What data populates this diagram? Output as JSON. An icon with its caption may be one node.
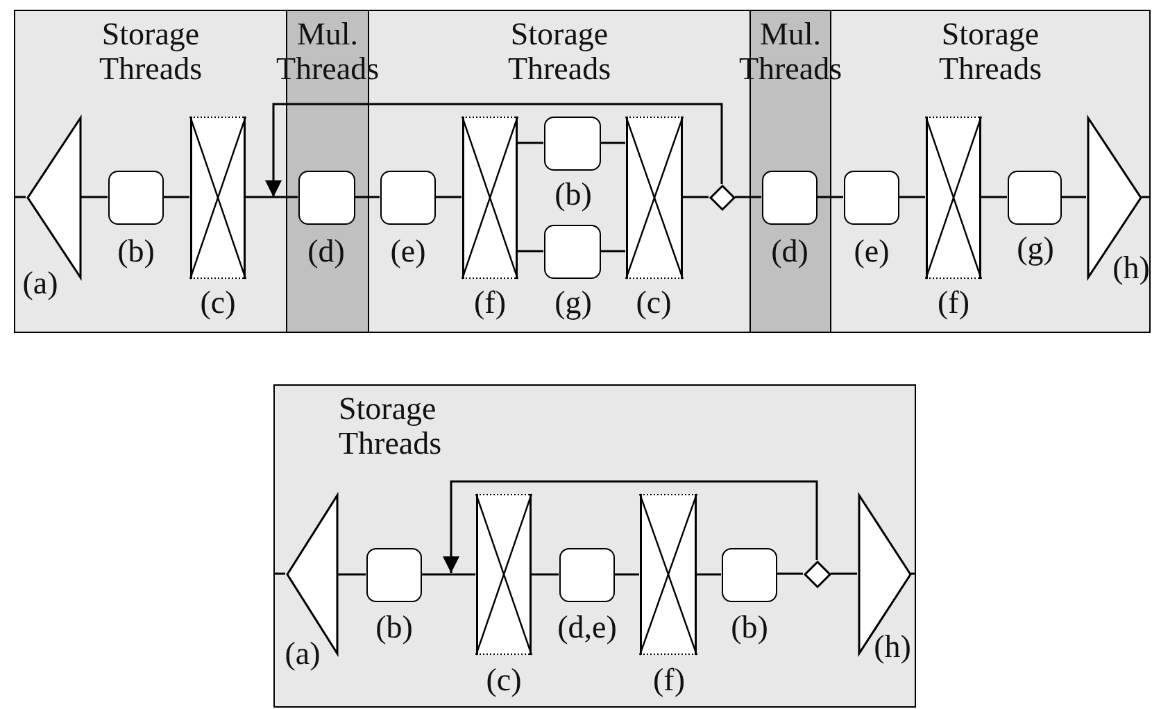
{
  "diagram": {
    "nodes": [
      {
        "text": [
          "Storage Threads"
        ]
      },
      {
        "text": [
          "Mul. Threads"
        ]
      },
      {
        "text": [
          "Storage Threads"
        ]
      },
      {
        "text": [
          "Mul. Threads"
        ]
      },
      {
        "text": [
          "Storage Threads"
        ]
      },
      {
        "text": [],
        "shape": "triangle",
        "beside": [
          "(a)"
        ],
        "in": 0
      },
      {
        "text": [],
        "shape": "box",
        "beside": [
          "(b)"
        ],
        "in": 0
      },
      {
        "text": [],
        "shape": "rectangle",
        "beside": [
          "(c)"
        ],
        "in": 0
      },
      {
        "text": [],
        "shape": "box",
        "beside": [
          "(d)"
        ],
        "in": 1
      },
      {
        "text": [],
        "shape": "box",
        "beside": [
          "(e)"
        ],
        "in": 2
      },
      {
        "text": [],
        "shape": "rectangle",
        "beside": [
          "(f)"
        ],
        "in": 2
      },
      {
        "text": [],
        "shape": "box",
        "beside": [
          "(b)"
        ],
        "in": 2
      },
      {
        "text": [],
        "shape": "box",
        "beside": [
          "(g)"
        ],
        "in": 2
      },
      {
        "text": [],
        "shape": "rectangle",
        "beside": [
          "(c)"
        ],
        "in": 2
      },
      {
        "text": [],
        "shape": "diamond",
        "in": 2
      },
      {
        "text": [],
        "shape": "box",
        "beside": [
          "(d)"
        ],
        "in": 3
      },
      {
        "text": [],
        "shape": "box",
        "beside": [
          "(e)"
        ],
        "in": 4
      },
      {
        "text": [],
        "shape": "rectangle",
        "beside": [
          "(f)"
        ],
        "in": 4
      },
      {
        "text": [],
        "shape": "box",
        "beside": [
          "(g)"
        ],
        "in": 4
      },
      {
        "text": [],
        "shape": "triangle",
        "beside": [
          "(h)"
        ],
        "in": 4
      },
      {
        "text": [
          "Storage Threads"
        ]
      },
      {
        "text": [],
        "shape": "triangle",
        "beside": [
          "(a)"
        ],
        "in": 20
      },
      {
        "text": [],
        "shape": "box",
        "beside": [
          "(b)"
        ],
        "in": 20
      },
      {
        "text": [],
        "shape": "rectangle",
        "beside": [
          "(c)"
        ],
        "in": 20
      },
      {
        "text": [],
        "shape": "box",
        "beside": [
          "(d,e)"
        ],
        "in": 20
      },
      {
        "text": [],
        "shape": "rectangle",
        "beside": [
          "(f)"
        ],
        "in": 20
      },
      {
        "text": [],
        "shape": "box",
        "beside": [
          "(b)"
        ],
        "in": 20
      },
      {
        "text": [],
        "shape": "diamond",
        "in": 20
      },
      {
        "text": [],
        "shape": "triangle",
        "beside": [
          "(h)"
        ],
        "in": 20
      }
    ],
    "edges": [
      {
        "from": null,
        "to": 5,
        "arrow": "none"
      },
      {
        "from": 5,
        "to": 6,
        "arrow": "none"
      },
      {
        "from": 6,
        "to": 7,
        "arrow": "none"
      },
      {
        "from": 7,
        "to": 8,
        "arrow": "none"
      },
      {
        "from": 8,
        "to": 9,
        "arrow": "none"
      },
      {
        "from": 9,
        "to": 10,
        "arrow": "none"
      },
      {
        "from": 10,
        "to": 11,
        "arrow": "none"
      },
      {
        "from": 10,
        "to": 12,
        "arrow": "none"
      },
      {
        "from": 11,
        "to": 13,
        "arrow": "none"
      },
      {
        "from": 12,
        "to": 13,
        "arrow": "none"
      },
      {
        "from": 13,
        "to": 14,
        "arrow": "none"
      },
      {
        "from": 14,
        "to": 15,
        "arrow": "none"
      },
      {
        "from": 15,
        "to": 16,
        "arrow": "none"
      },
      {
        "from": 16,
        "to": 17,
        "arrow": "none"
      },
      {
        "from": 17,
        "to": 18,
        "arrow": "none"
      },
      {
        "from": 18,
        "to": 19,
        "arrow": "none"
      },
      {
        "from": 19,
        "to": null,
        "arrow": "none"
      },
      {
        "from": 14,
        "to": 8,
        "arrow": "to"
      },
      {
        "from": null,
        "to": 21,
        "arrow": "none"
      },
      {
        "from": 21,
        "to": 22,
        "arrow": "none"
      },
      {
        "from": 22,
        "to": 23,
        "arrow": "none"
      },
      {
        "from": 23,
        "to": 24,
        "arrow": "none"
      },
      {
        "from": 24,
        "to": 25,
        "arrow": "none"
      },
      {
        "from": 25,
        "to": 26,
        "arrow": "none"
      },
      {
        "from": 26,
        "to": 27,
        "arrow": "none"
      },
      {
        "from": 27,
        "to": 28,
        "arrow": "none"
      },
      {
        "from": 28,
        "to": null,
        "arrow": "none"
      },
      {
        "from": 27,
        "to": 23,
        "arrow": "to"
      }
    ]
  }
}
